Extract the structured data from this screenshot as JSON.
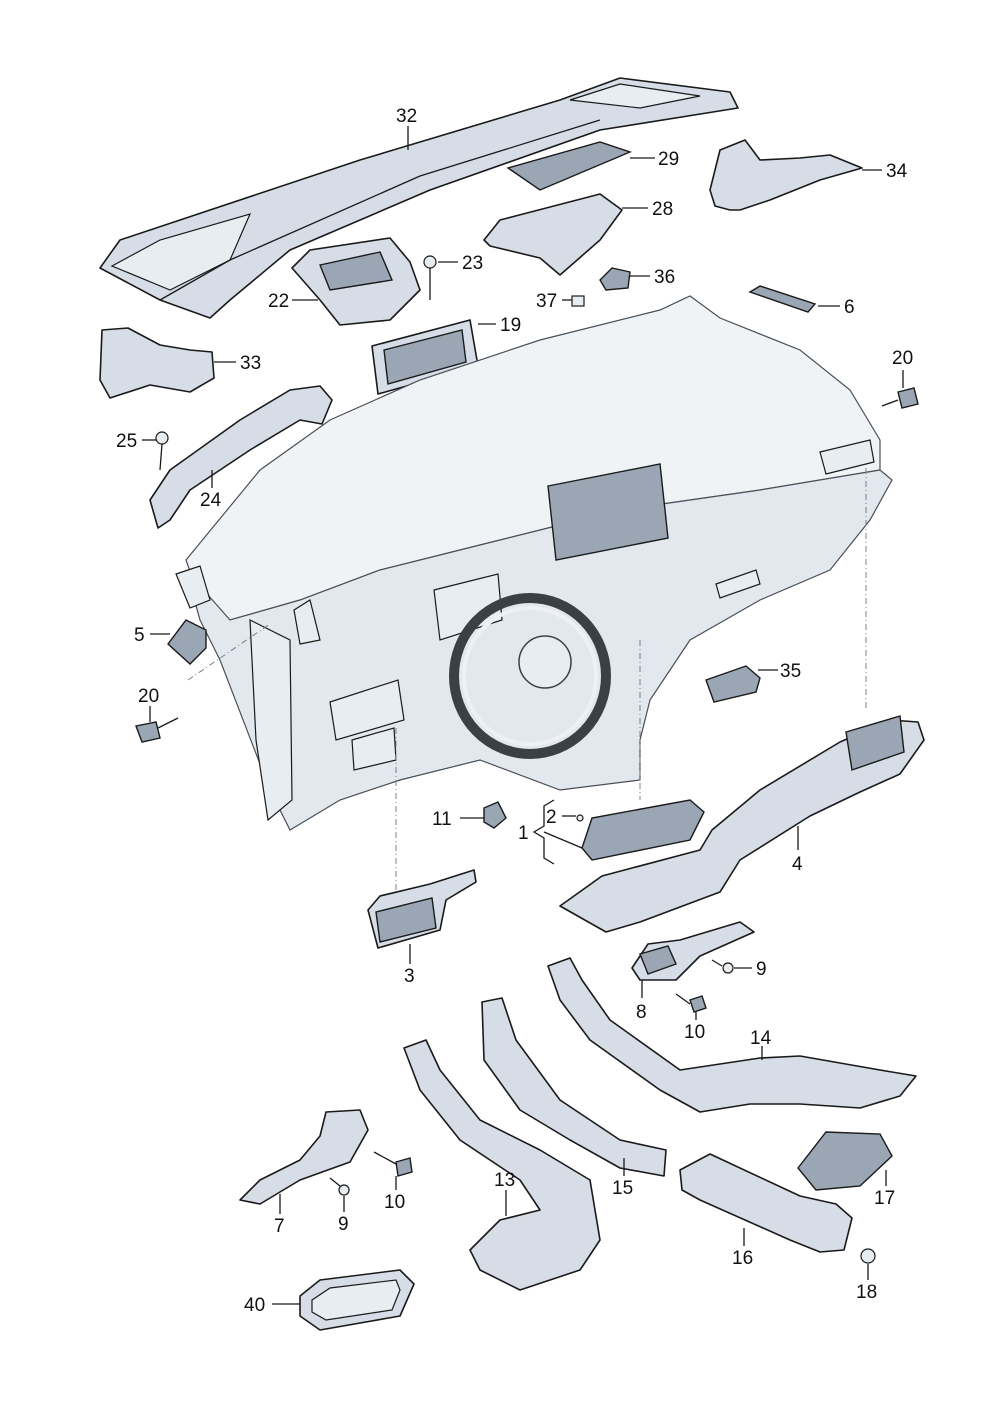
{
  "labels": {
    "l1": "1",
    "l2": "2",
    "l3": "3",
    "l4": "4",
    "l5": "5",
    "l6": "6",
    "l7": "7",
    "l8": "8",
    "l9a": "9",
    "l9b": "9",
    "l10a": "10",
    "l10b": "10",
    "l11": "11",
    "l13": "13",
    "l14": "14",
    "l15": "15",
    "l16": "16",
    "l17": "17",
    "l18": "18",
    "l19": "19",
    "l20a": "20",
    "l20b": "20",
    "l22": "22",
    "l23": "23",
    "l24": "24",
    "l25": "25",
    "l28": "28",
    "l29": "29",
    "l32": "32",
    "l33": "33",
    "l34": "34",
    "l35": "35",
    "l36": "36",
    "l37": "37",
    "l40": "40"
  }
}
